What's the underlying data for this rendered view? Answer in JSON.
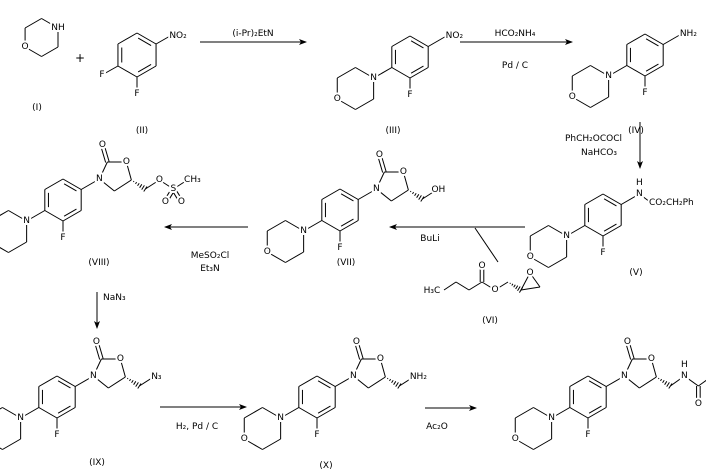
{
  "atoms": {
    "N": "N",
    "O": "O",
    "F": "F",
    "H": "H",
    "S": "S",
    "NH": "NH"
  },
  "compounds": {
    "I": "(I)",
    "II": "(II)",
    "III": "(III)",
    "IV": "(IV)",
    "V": "(V)",
    "VI": "(VI)",
    "VII": "(VII)",
    "VIII": "(VIII)",
    "IX": "(IX)",
    "X": "(X)"
  },
  "groups": {
    "nitro": "NO₂",
    "amine": "NH₂",
    "cbz": "CO₂CH₂Ph",
    "hydroxyl": "OH",
    "azide": "N₃",
    "methyl": "CH₃",
    "methyl_left": "H₃C"
  },
  "plus": "+",
  "reagents": {
    "step1": "(i-Pr)₂EtN",
    "step2_top": "HCO₂NH₄",
    "step2_bottom": "Pd / C",
    "step3_top": "PhCH₂OCOCl",
    "step3_bottom": "NaHCO₃",
    "step4": "BuLi",
    "step5_top": "MeSO₂Cl",
    "step5_bottom": "Et₃N",
    "step6": "NaN₃",
    "step7": "H₂, Pd / C",
    "step8": "Ac₂O"
  }
}
